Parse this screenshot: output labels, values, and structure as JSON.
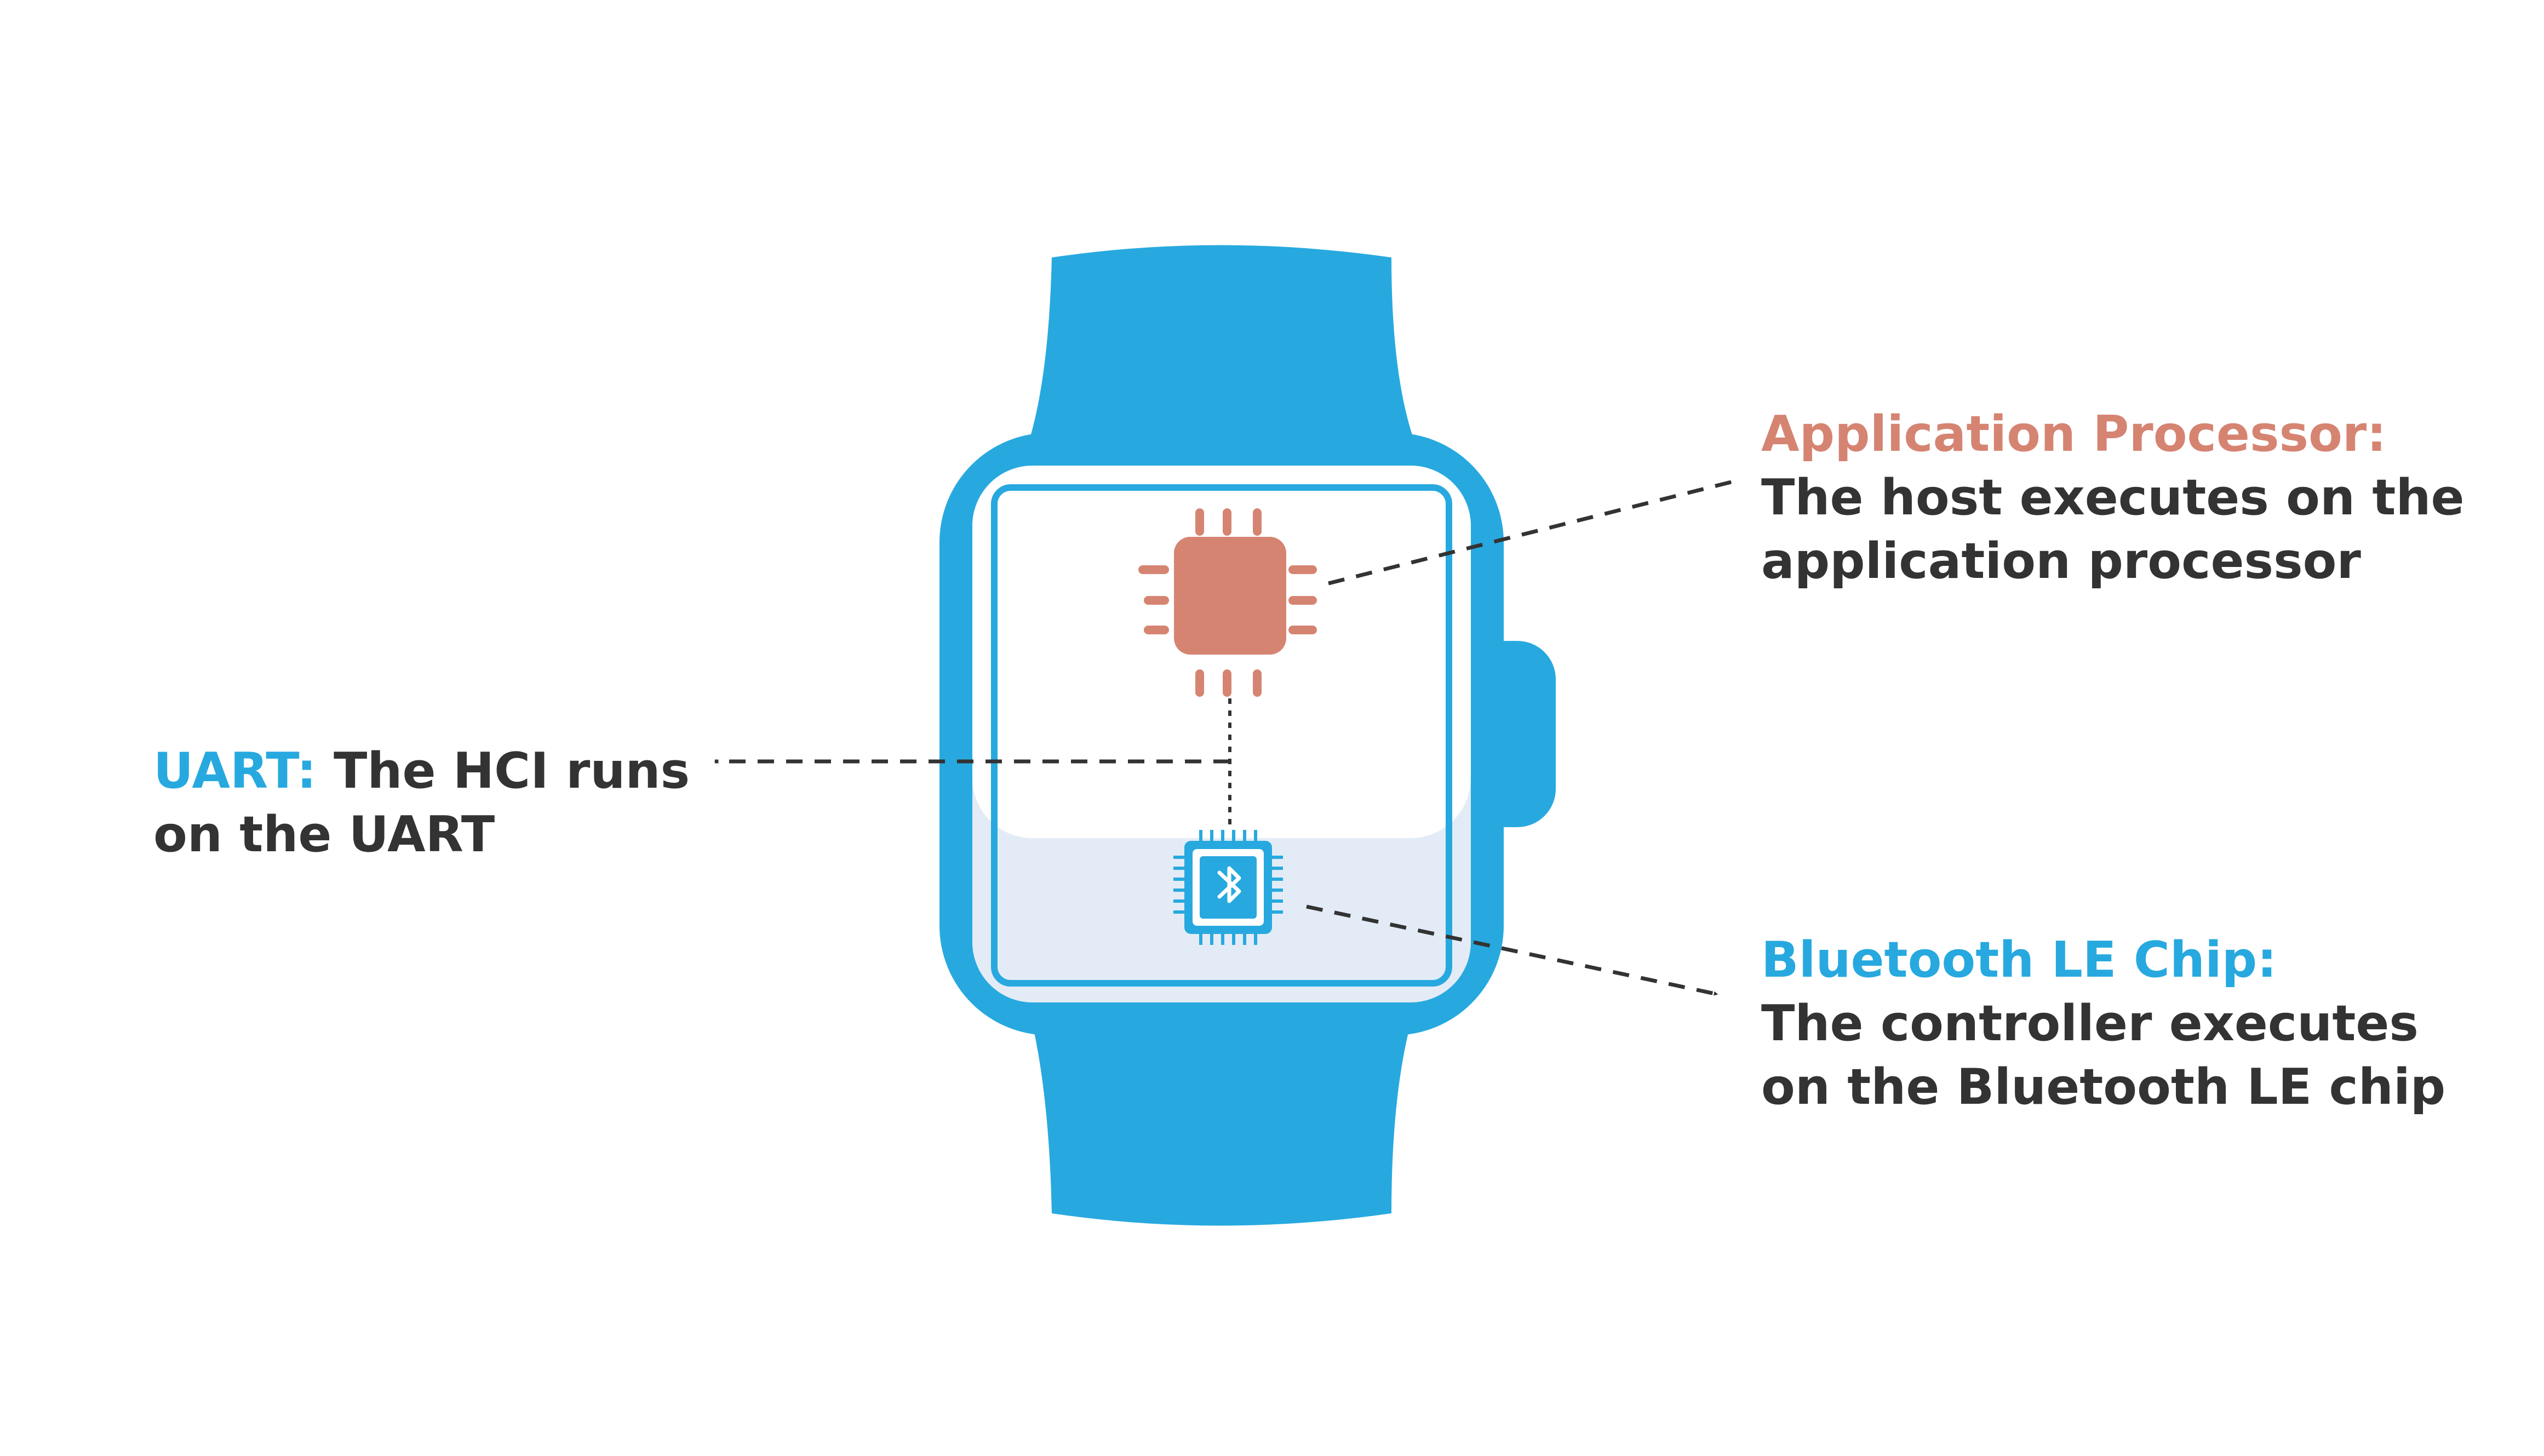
{
  "callouts": {
    "application_processor": {
      "title": "Application Processor:",
      "line1": "The host executes on the",
      "line2": "application processor"
    },
    "bluetooth_le_chip": {
      "title": "Bluetooth LE Chip:",
      "line1": "The controller executes",
      "line2": "on the Bluetooth LE chip"
    },
    "uart": {
      "title": "UART:",
      "line1_rest": " The HCI runs",
      "line2": "on the UART"
    }
  },
  "colors": {
    "watch_body": "#27A9DF",
    "watch_screen_bg": "#E3ECF6",
    "application_processor": "#D68472",
    "bluetooth_chip": "#27A9DF",
    "text": "#333333",
    "arrow": "#333333"
  },
  "icons": {
    "application_processor": "cpu-chip-icon",
    "bluetooth_chip": "bluetooth-chip-icon"
  }
}
